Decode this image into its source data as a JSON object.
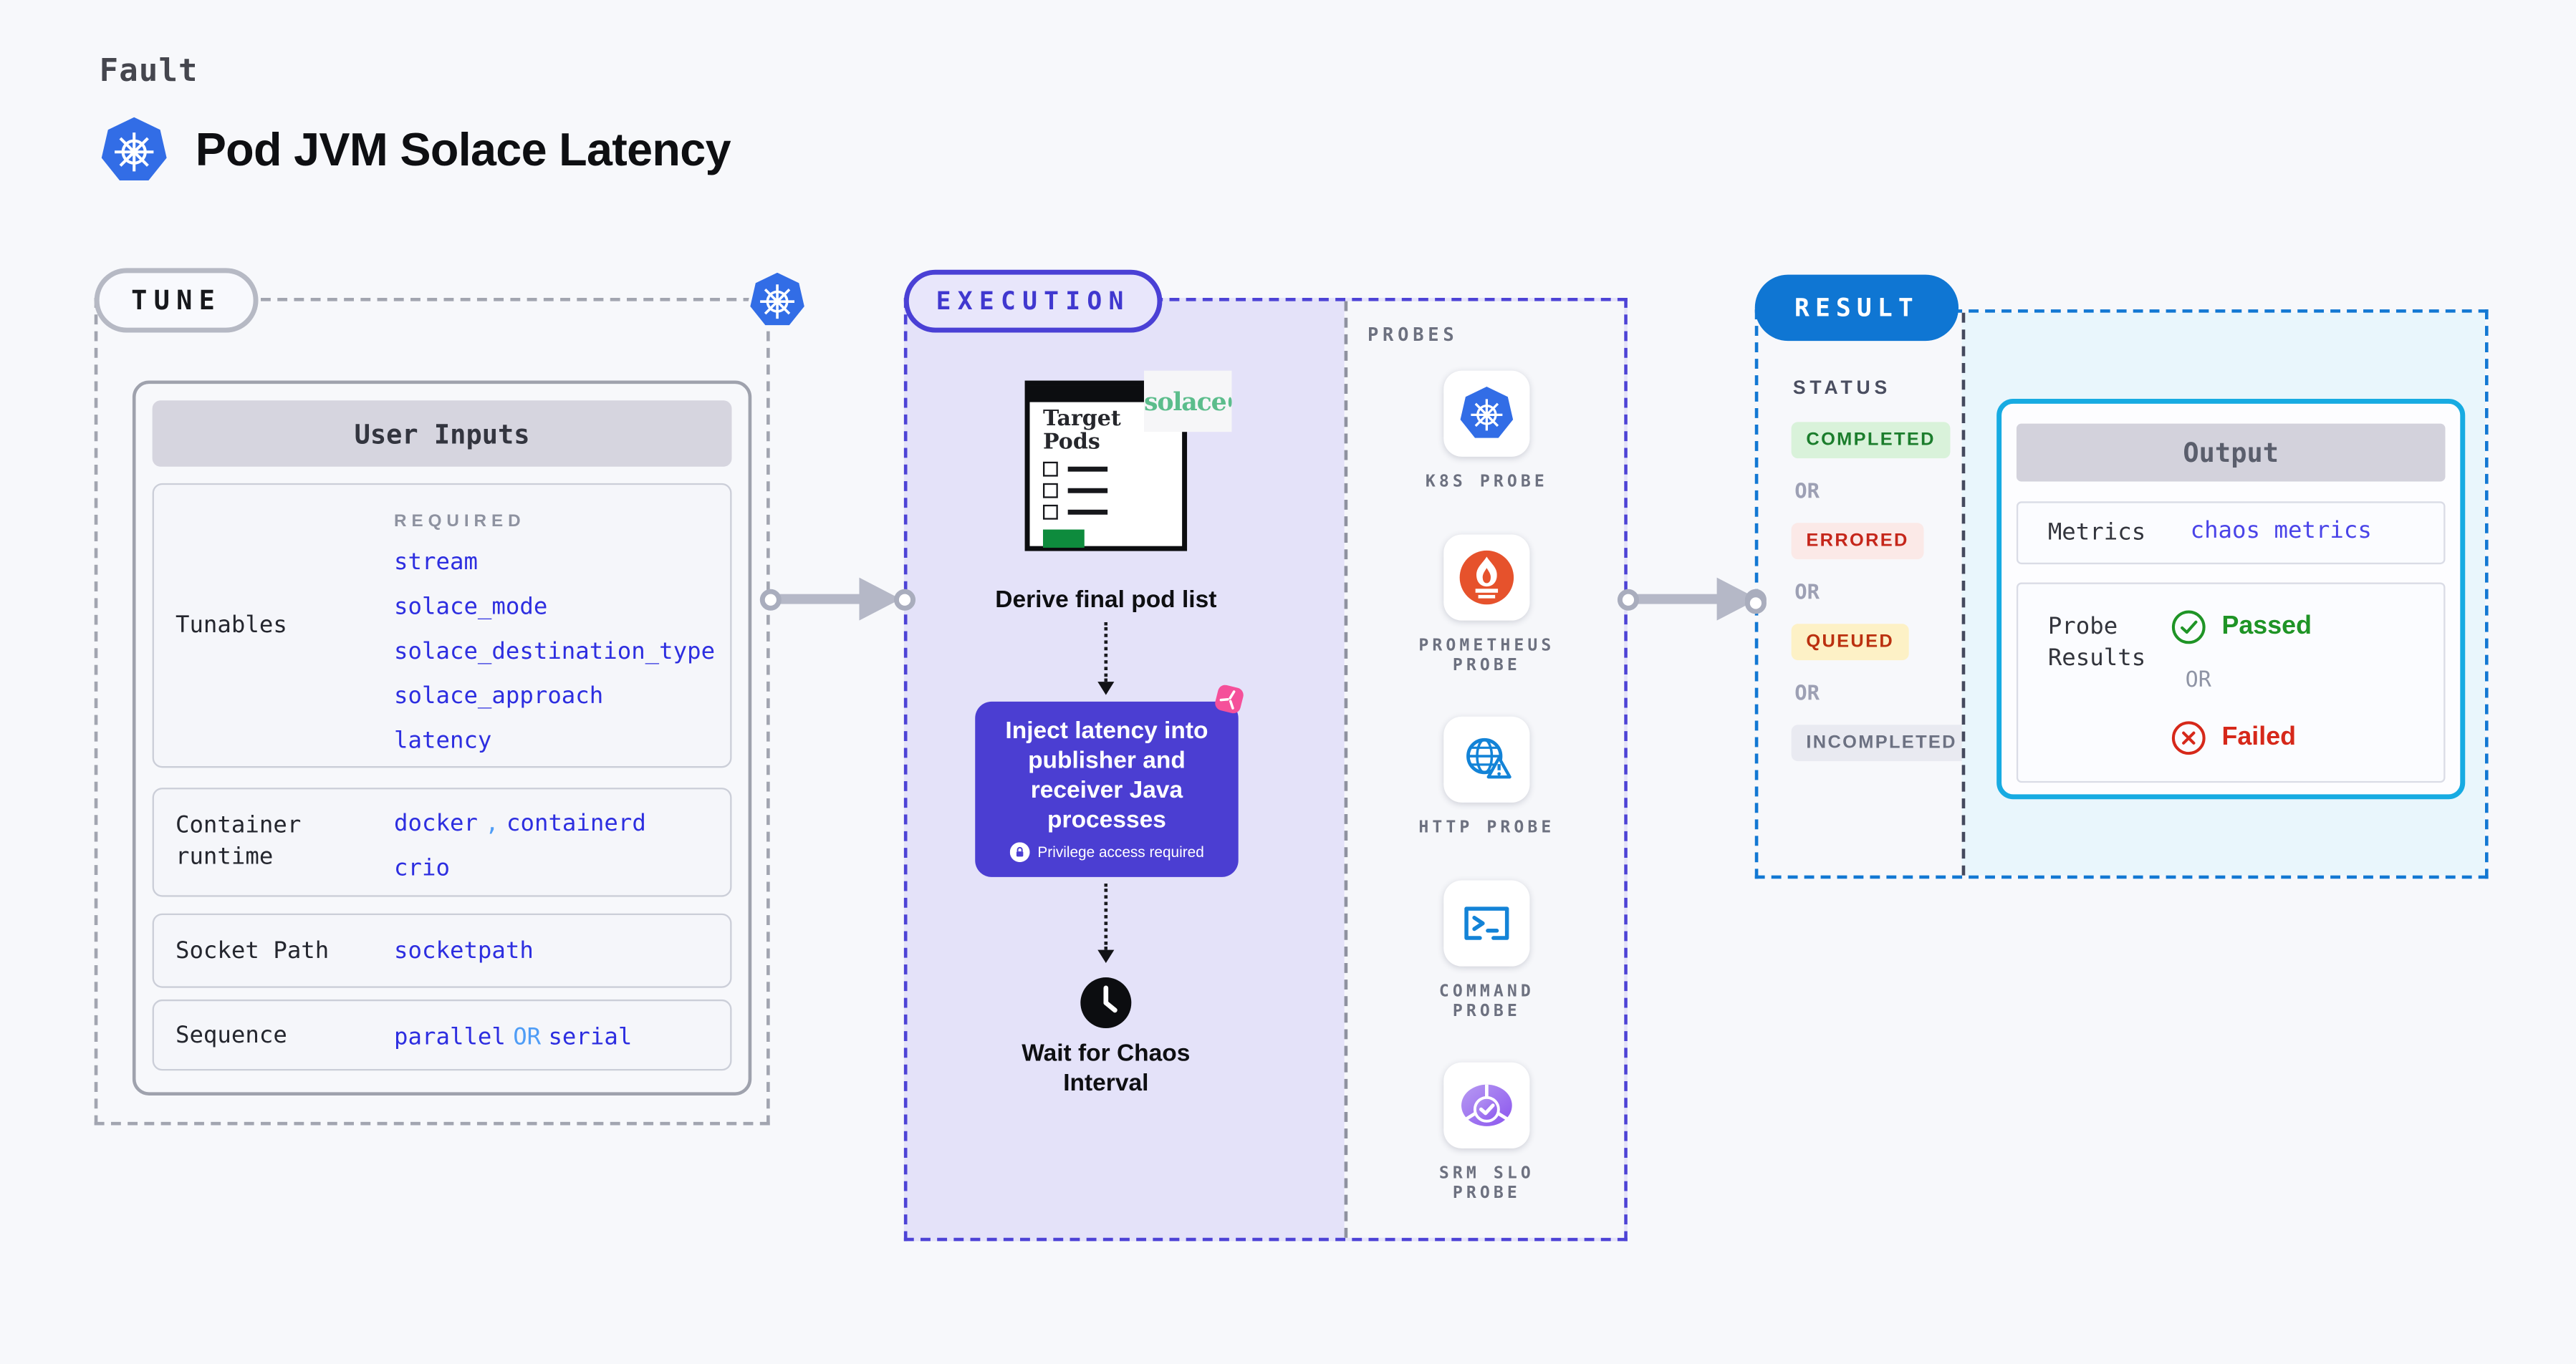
{
  "colors": {
    "page_bg": "#f7f8fb",
    "accent_indigo": "#4c41d7",
    "execution_bg": "#e4e2f9",
    "inject_bg": "#4b3ed2",
    "result_blue": "#1278d3",
    "output_border_cyan": "#17abe2",
    "value_blue": "#2d2ee0",
    "link_blue": "#4a44e8",
    "light_blue_accent": "#4f9df6",
    "success_green": "#1b7d2c",
    "error_red": "#c5261a",
    "solace_green": "#5cbd8c",
    "chaos_pink": "#f5509a",
    "kubernetes_blue": "#326de6",
    "prometheus_orange": "#e6522c"
  },
  "header": {
    "eyebrow": "Fault",
    "title": "Pod JVM Solace Latency"
  },
  "tune": {
    "badge": "TUNE",
    "table": {
      "title": "User Inputs",
      "required_tag": "REQUIRED",
      "tunables_label": "Tunables",
      "tunables_values": [
        "stream",
        "solace_mode",
        "solace_destination_type",
        "solace_approach",
        "latency"
      ],
      "container_runtime_label": "Container runtime",
      "container_runtime_v1": "docker",
      "container_runtime_sep": ",",
      "container_runtime_v2": "containerd",
      "container_runtime_v3": "crio",
      "socket_path_label": "Socket Path",
      "socket_path_value": "socketpath",
      "sequence_label": "Sequence",
      "sequence_v1": "parallel",
      "sequence_or": "OR",
      "sequence_v2": "serial"
    }
  },
  "execution": {
    "badge": "EXECUTION",
    "target_pods_title": "Target Pods",
    "solace_logo_text": "solace",
    "derive_step": "Derive final pod list",
    "inject_step": "Inject latency into publisher and receiver Java processes",
    "privilege_note": "Privilege access required",
    "wait_step": "Wait for Chaos Interval"
  },
  "probes": {
    "heading": "PROBES",
    "items": [
      {
        "icon": "kubernetes-icon",
        "label": "K8S PROBE"
      },
      {
        "icon": "prometheus-icon",
        "label": "PROMETHEUS PROBE"
      },
      {
        "icon": "globe-warning-icon",
        "label": "HTTP PROBE"
      },
      {
        "icon": "terminal-icon",
        "label": "COMMAND PROBE"
      },
      {
        "icon": "srm-slo-icon",
        "label": "SRM SLO PROBE"
      }
    ]
  },
  "result": {
    "badge": "RESULT",
    "status_heading": "STATUS",
    "or_label": "OR",
    "statuses": [
      {
        "label": "COMPLETED",
        "type": "completed"
      },
      {
        "label": "ERRORED",
        "type": "errored"
      },
      {
        "label": "QUEUED",
        "type": "queued"
      },
      {
        "label": "INCOMPLETED",
        "type": "incompleted"
      }
    ],
    "output": {
      "title": "Output",
      "metrics_label": "Metrics",
      "metrics_value": "chaos metrics",
      "probe_results_label": "Probe Results",
      "passed_label": "Passed",
      "or_label": "OR",
      "failed_label": "Failed"
    }
  }
}
